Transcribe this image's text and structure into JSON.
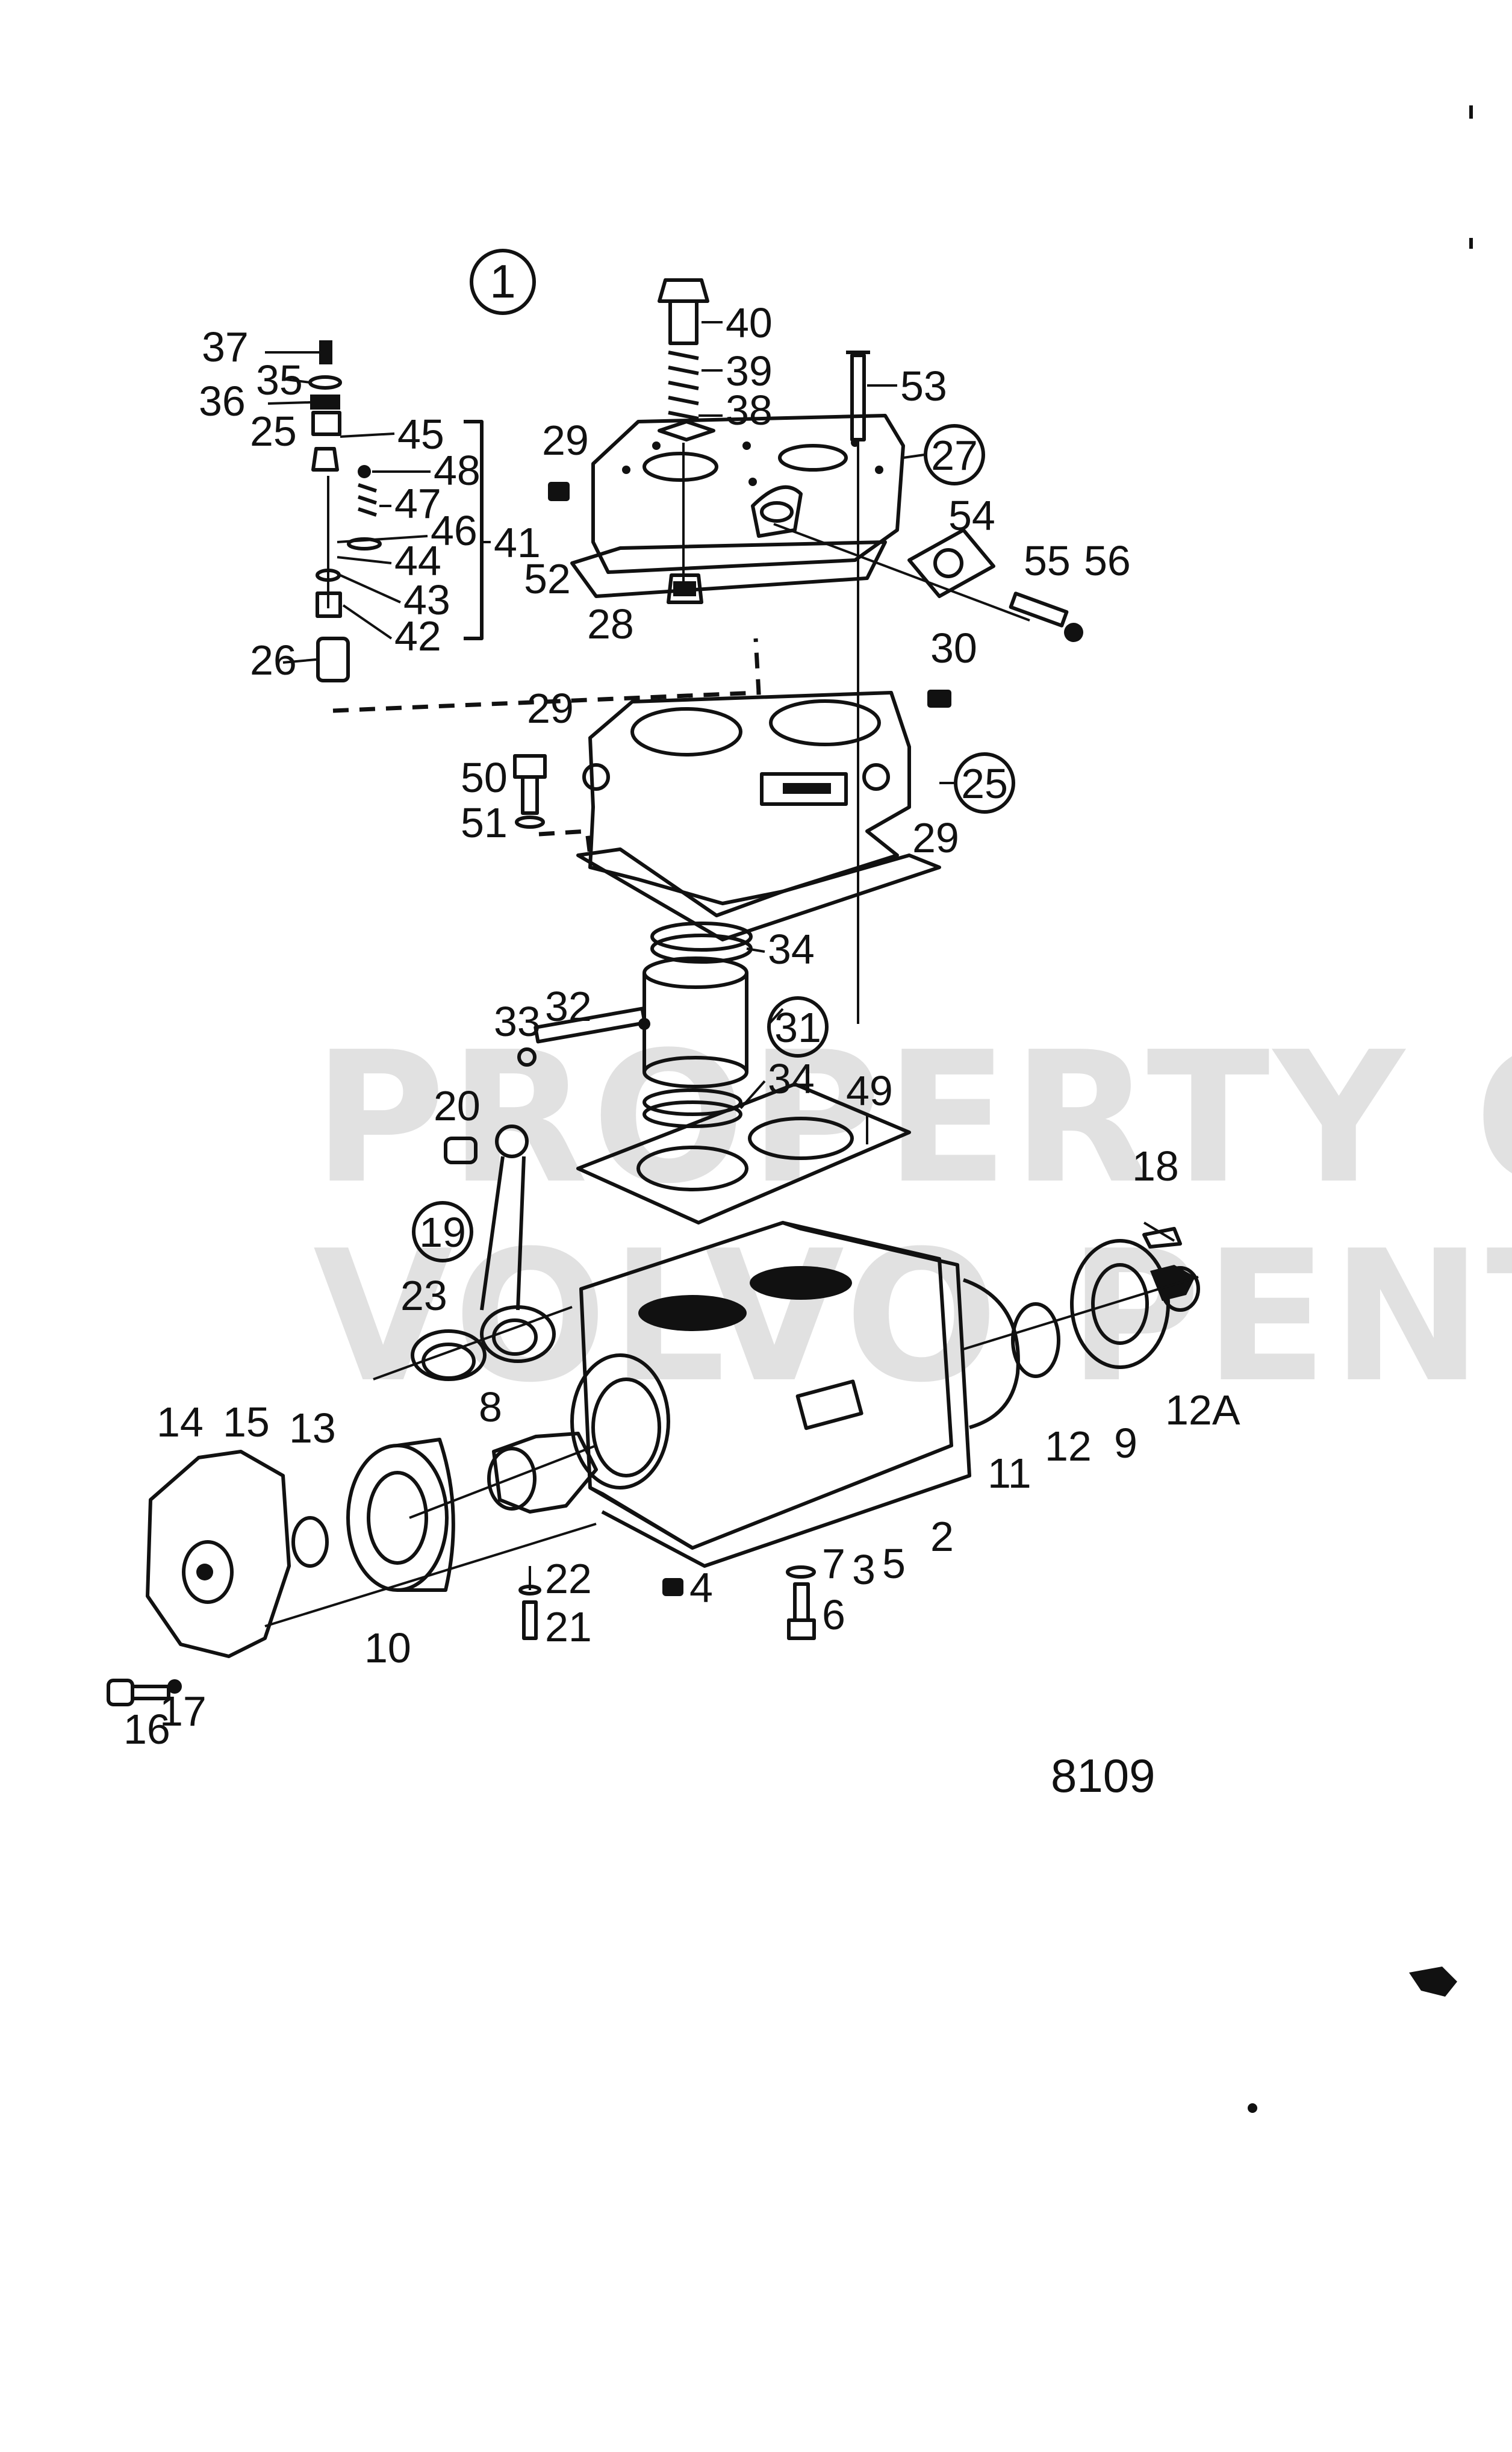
{
  "diagram": {
    "figure_marker": "1",
    "drawing_number": "8109",
    "watermark": {
      "line1": "PROPERTY OF",
      "line2": "VOLVO PENTA"
    },
    "callouts": [
      {
        "id": "c40",
        "text": "40"
      },
      {
        "id": "c39",
        "text": "39"
      },
      {
        "id": "c38",
        "text": "38"
      },
      {
        "id": "c53",
        "text": "53"
      },
      {
        "id": "c27",
        "text": "27"
      },
      {
        "id": "c29a",
        "text": "29"
      },
      {
        "id": "c37",
        "text": "37"
      },
      {
        "id": "c35",
        "text": "35"
      },
      {
        "id": "c36",
        "text": "36"
      },
      {
        "id": "c25a",
        "text": "25"
      },
      {
        "id": "c45",
        "text": "45"
      },
      {
        "id": "c48",
        "text": "48"
      },
      {
        "id": "c47",
        "text": "47"
      },
      {
        "id": "c46",
        "text": "46"
      },
      {
        "id": "c44",
        "text": "44"
      },
      {
        "id": "c43",
        "text": "43"
      },
      {
        "id": "c42",
        "text": "42"
      },
      {
        "id": "c41",
        "text": "41"
      },
      {
        "id": "c26",
        "text": "26"
      },
      {
        "id": "c52",
        "text": "52"
      },
      {
        "id": "c28",
        "text": "28"
      },
      {
        "id": "c54",
        "text": "54"
      },
      {
        "id": "c55",
        "text": "55"
      },
      {
        "id": "c56",
        "text": "56"
      },
      {
        "id": "c30",
        "text": "30"
      },
      {
        "id": "c29b",
        "text": "29"
      },
      {
        "id": "c25b",
        "text": "25"
      },
      {
        "id": "c29c",
        "text": "29"
      },
      {
        "id": "c50",
        "text": "50"
      },
      {
        "id": "c51",
        "text": "51"
      },
      {
        "id": "c34a",
        "text": "34"
      },
      {
        "id": "c31",
        "text": "31"
      },
      {
        "id": "c33",
        "text": "33"
      },
      {
        "id": "c32",
        "text": "32"
      },
      {
        "id": "c34b",
        "text": "34"
      },
      {
        "id": "c49",
        "text": "49"
      },
      {
        "id": "c20",
        "text": "20"
      },
      {
        "id": "c18",
        "text": "18"
      },
      {
        "id": "c19",
        "text": "19"
      },
      {
        "id": "c23",
        "text": "23"
      },
      {
        "id": "c14",
        "text": "14"
      },
      {
        "id": "c15",
        "text": "15"
      },
      {
        "id": "c13",
        "text": "13"
      },
      {
        "id": "c8",
        "text": "8"
      },
      {
        "id": "c11",
        "text": "11"
      },
      {
        "id": "c12",
        "text": "12"
      },
      {
        "id": "c9",
        "text": "9"
      },
      {
        "id": "c12A",
        "text": "12A"
      },
      {
        "id": "c22",
        "text": "22"
      },
      {
        "id": "c21",
        "text": "21"
      },
      {
        "id": "c4",
        "text": "4"
      },
      {
        "id": "c7",
        "text": "7"
      },
      {
        "id": "c3",
        "text": "3"
      },
      {
        "id": "c5",
        "text": "5"
      },
      {
        "id": "c2",
        "text": "2"
      },
      {
        "id": "c6",
        "text": "6"
      },
      {
        "id": "c10",
        "text": "10"
      },
      {
        "id": "c16",
        "text": "16"
      },
      {
        "id": "c17",
        "text": "17"
      }
    ]
  }
}
